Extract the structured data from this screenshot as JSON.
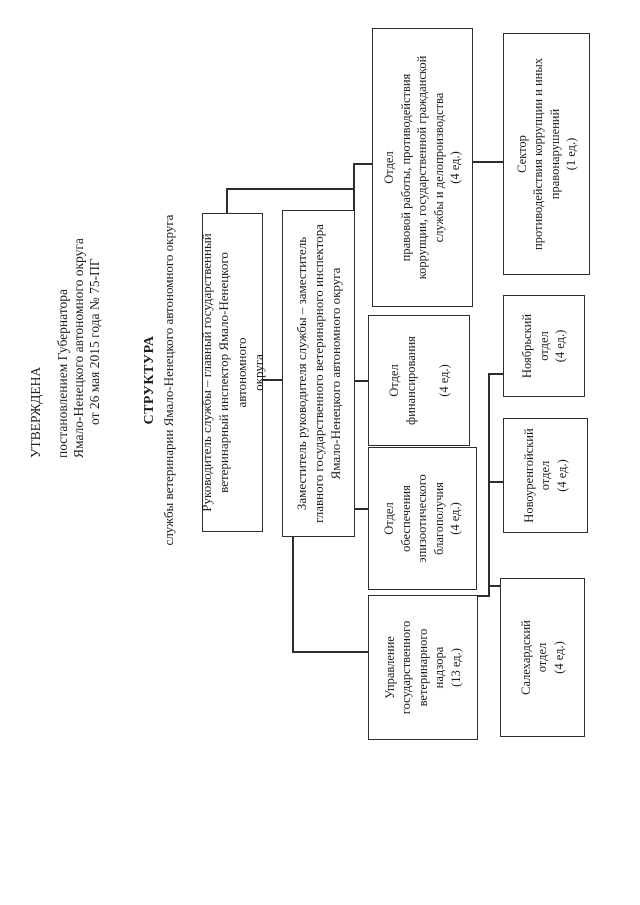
{
  "approval": {
    "line1": "УТВЕРЖДЕНА",
    "line2": "постановлением Губернатора",
    "line3": "Ямало-Ненецкого автономного округа",
    "line4": "от 26 мая 2015 года № 75-ПГ"
  },
  "title": {
    "heading": "СТРУКТУРА",
    "subtitle": "службы ветеринарии Ямало-Ненецкого автономного округа"
  },
  "nodes": {
    "head": {
      "text": "Руководитель службы – главный государственный\nветеринарный инспектор Ямало-Ненецкого автономного\nокруга"
    },
    "deputy": {
      "text": "Заместитель руководителя службы – заместитель\nглавного государственного ветеринарного инспектора\nЯмало-Ненецкого автономного округа"
    },
    "supervision": {
      "text": "Управление\nгосударственного\nветеринарного\nнадзора\n(13 ед.)"
    },
    "epizootic": {
      "text": "Отдел\nобеспечения\nэпизоотического\nблагополучия\n(4 ед.)"
    },
    "finance": {
      "text": "Отдел\nфинансирования\n\n(4 ед.)"
    },
    "legal": {
      "text": "Отдел\nправовой работы, противодействия\nкоррупции, государственной гражданской\nслужбы и делопроизводства\n(4 ед.)"
    },
    "salekhard": {
      "text": "Салехардский\nотдел\n(4 ед.)"
    },
    "novyurengoy": {
      "text": "Новоуренгойский\nотдел\n(4 ед.)"
    },
    "noyabrsk": {
      "text": "Ноябрьский\nотдел\n(4 ед.)"
    },
    "sector": {
      "text": "Сектор\nпротиводействия коррупции и иных\nправонарушений\n(1 ед.)"
    }
  }
}
